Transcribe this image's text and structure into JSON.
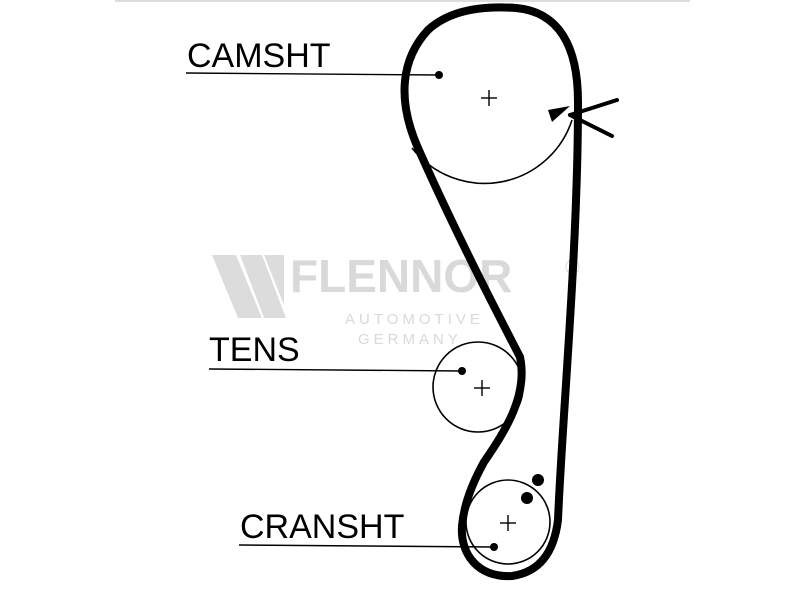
{
  "labels": {
    "camshaft": "CAMSHT",
    "tensioner": "TENS",
    "crankshaft": "CRANSHT"
  },
  "watermark": {
    "brand": "FLENNOR",
    "registered": "®",
    "line1": "AUTOMOTIVE",
    "line2": "GERMANY"
  },
  "colors": {
    "ink": "#000000",
    "watermark": "#d9d9d9",
    "background": "#ffffff"
  }
}
